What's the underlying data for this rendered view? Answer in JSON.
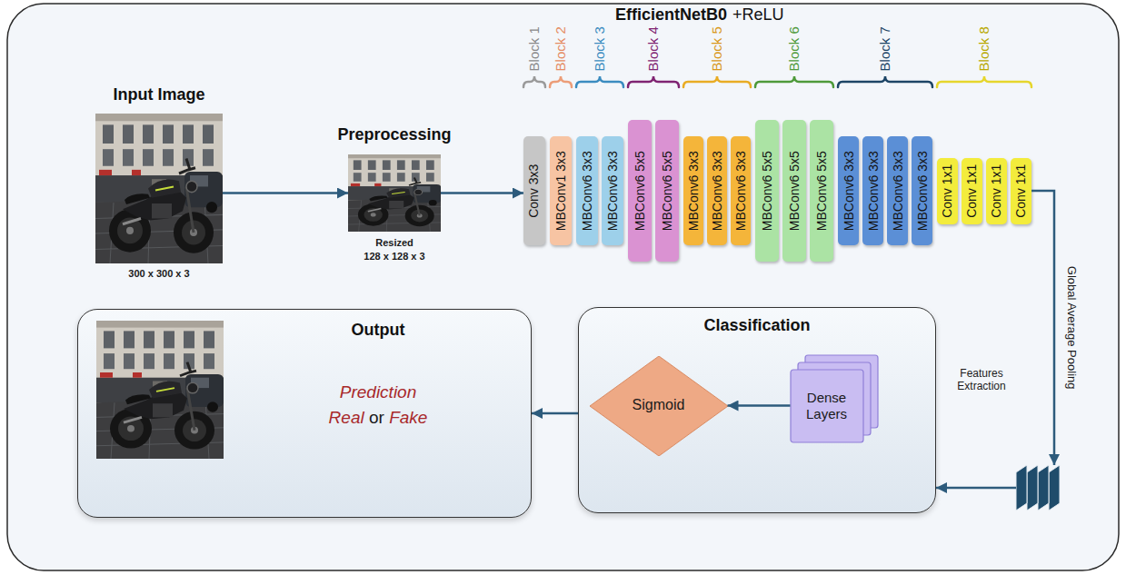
{
  "diagram": {
    "nodes": [
      {
        "text": [
          "Input Image",
          "300 x 300 x 3"
        ]
      },
      {
        "text": [
          "Preprocessing",
          "Resized",
          "128 x 128 x 3"
        ]
      },
      {
        "text": [
          "Conv 3x3"
        ]
      },
      {
        "text": [
          "MBConv1 3x3"
        ]
      },
      {
        "text": [
          "MBConv6 3x3"
        ]
      },
      {
        "text": [
          "MBConv6 3x3"
        ]
      },
      {
        "text": [
          "MBConv6 5x5"
        ]
      },
      {
        "text": [
          "MBConv6 5x5"
        ]
      },
      {
        "text": [
          "MBConv6 3x3"
        ]
      },
      {
        "text": [
          "MBConv6 3x3"
        ]
      },
      {
        "text": [
          "MBConv6 3x3"
        ]
      },
      {
        "text": [
          "MBConv6 5x5"
        ]
      },
      {
        "text": [
          "MBConv6 5x5"
        ]
      },
      {
        "text": [
          "MBConv6 5x5"
        ]
      },
      {
        "text": [
          "MBConv6 3x3"
        ]
      },
      {
        "text": [
          "MBConv6 3x3"
        ]
      },
      {
        "text": [
          "MBConv6 3x3"
        ]
      },
      {
        "text": [
          "MBConv6 3x3"
        ]
      },
      {
        "text": [
          "Conv 1x1"
        ]
      },
      {
        "text": [
          "Conv 1x1"
        ]
      },
      {
        "text": [
          "Conv 1x1"
        ]
      },
      {
        "text": [
          "Conv 1x1"
        ]
      },
      {
        "text": [
          "Features Extraction"
        ]
      },
      {
        "text": [
          "Classification"
        ]
      },
      {
        "text": [
          "Dense Layers"
        ],
        "in": 23
      },
      {
        "text": [
          "Sigmoid"
        ],
        "in": 23
      },
      {
        "text": [
          "Output",
          "Prediction",
          "Real or Fake"
        ]
      }
    ],
    "edges": [
      {
        "from": 0,
        "to": 1,
        "arrow": "to"
      },
      {
        "from": 1,
        "to": 2,
        "arrow": "to"
      },
      {
        "from": 21,
        "to": 22,
        "label": "Global Average Pooling",
        "arrow": "to"
      },
      {
        "from": 22,
        "to": 23,
        "arrow": "to"
      },
      {
        "from": 24,
        "to": 25,
        "arrow": "to"
      },
      {
        "from": 23,
        "to": 26,
        "arrow": "to"
      }
    ],
    "labels": [
      "EfficientNetB0",
      "+ReLU",
      "Block 1",
      "Block 2",
      "Block 3",
      "Block 4",
      "Block 5",
      "Block 6",
      "Block 7",
      "Block 8"
    ]
  }
}
